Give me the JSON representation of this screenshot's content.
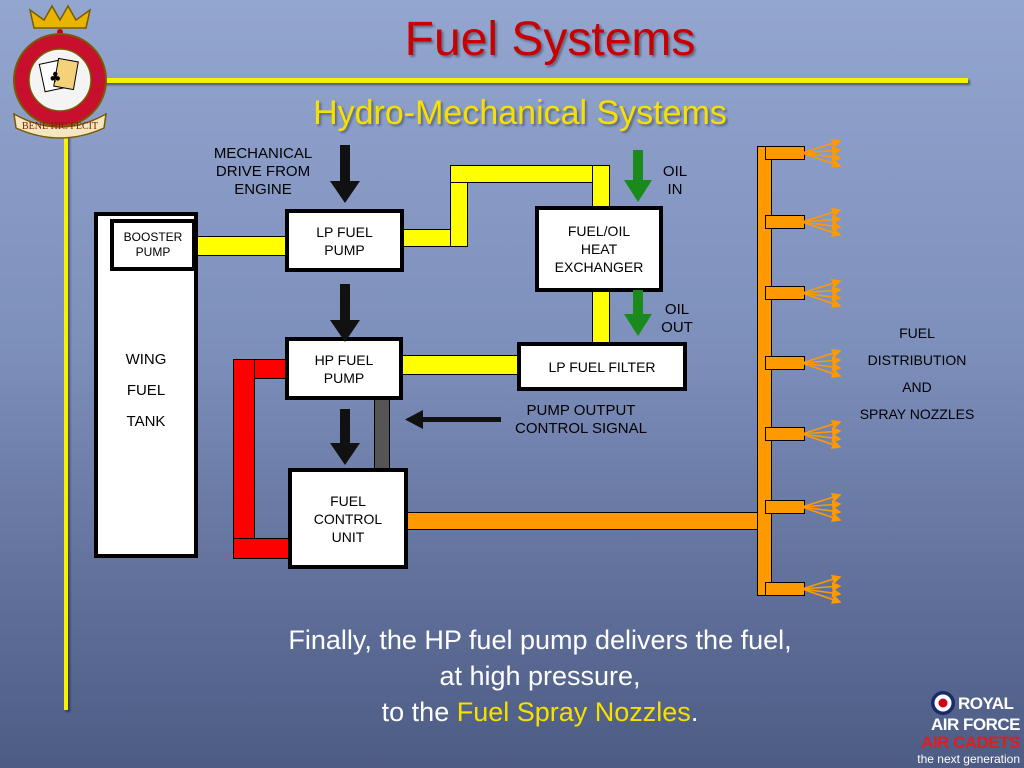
{
  "title": "Fuel Systems",
  "subtitle": "Hydro-Mechanical Systems",
  "squadron_badge": {
    "motto": "BENE HIC FECIT"
  },
  "labels": {
    "mechanical_drive": [
      "MECHANICAL",
      "DRIVE FROM",
      "ENGINE"
    ],
    "oil_in": [
      "OIL",
      "IN"
    ],
    "oil_out": [
      "OIL",
      "OUT"
    ],
    "pump_output": [
      "PUMP OUTPUT",
      "CONTROL SIGNAL"
    ],
    "fuel_distribution": [
      "FUEL",
      "DISTRIBUTION",
      "AND",
      "SPRAY NOZZLES"
    ]
  },
  "components": {
    "booster_pump": [
      "BOOSTER",
      "PUMP"
    ],
    "wing_fuel_tank": [
      "WING",
      "FUEL",
      "TANK"
    ],
    "lp_fuel_pump": [
      "LP FUEL",
      "PUMP"
    ],
    "hp_fuel_pump": [
      "HP FUEL",
      "PUMP"
    ],
    "fuel_oil_heat_exchanger": [
      "FUEL/OIL",
      "HEAT",
      "EXCHANGER"
    ],
    "lp_fuel_filter": "LP FUEL FILTER",
    "fuel_control_unit": [
      "FUEL",
      "CONTROL",
      "UNIT"
    ]
  },
  "caption": {
    "line1": "Finally, the HP fuel pump delivers the fuel,",
    "line2": "at high pressure,",
    "line3_prefix": "to the ",
    "line3_highlight": "Fuel Spray Nozzles",
    "line3_suffix": "."
  },
  "logo": {
    "line1": "ROYAL",
    "line2": "AIR FORCE",
    "line3": "AIR CADETS",
    "line4": "the next generation"
  },
  "colors": {
    "lp_fuel": "#ffff00",
    "hp_fuel": "#ff0000",
    "distribution": "#ff9900",
    "oil_arrow": "#1a8a1a",
    "title": "#c80000",
    "subtitle": "#f7e000"
  }
}
